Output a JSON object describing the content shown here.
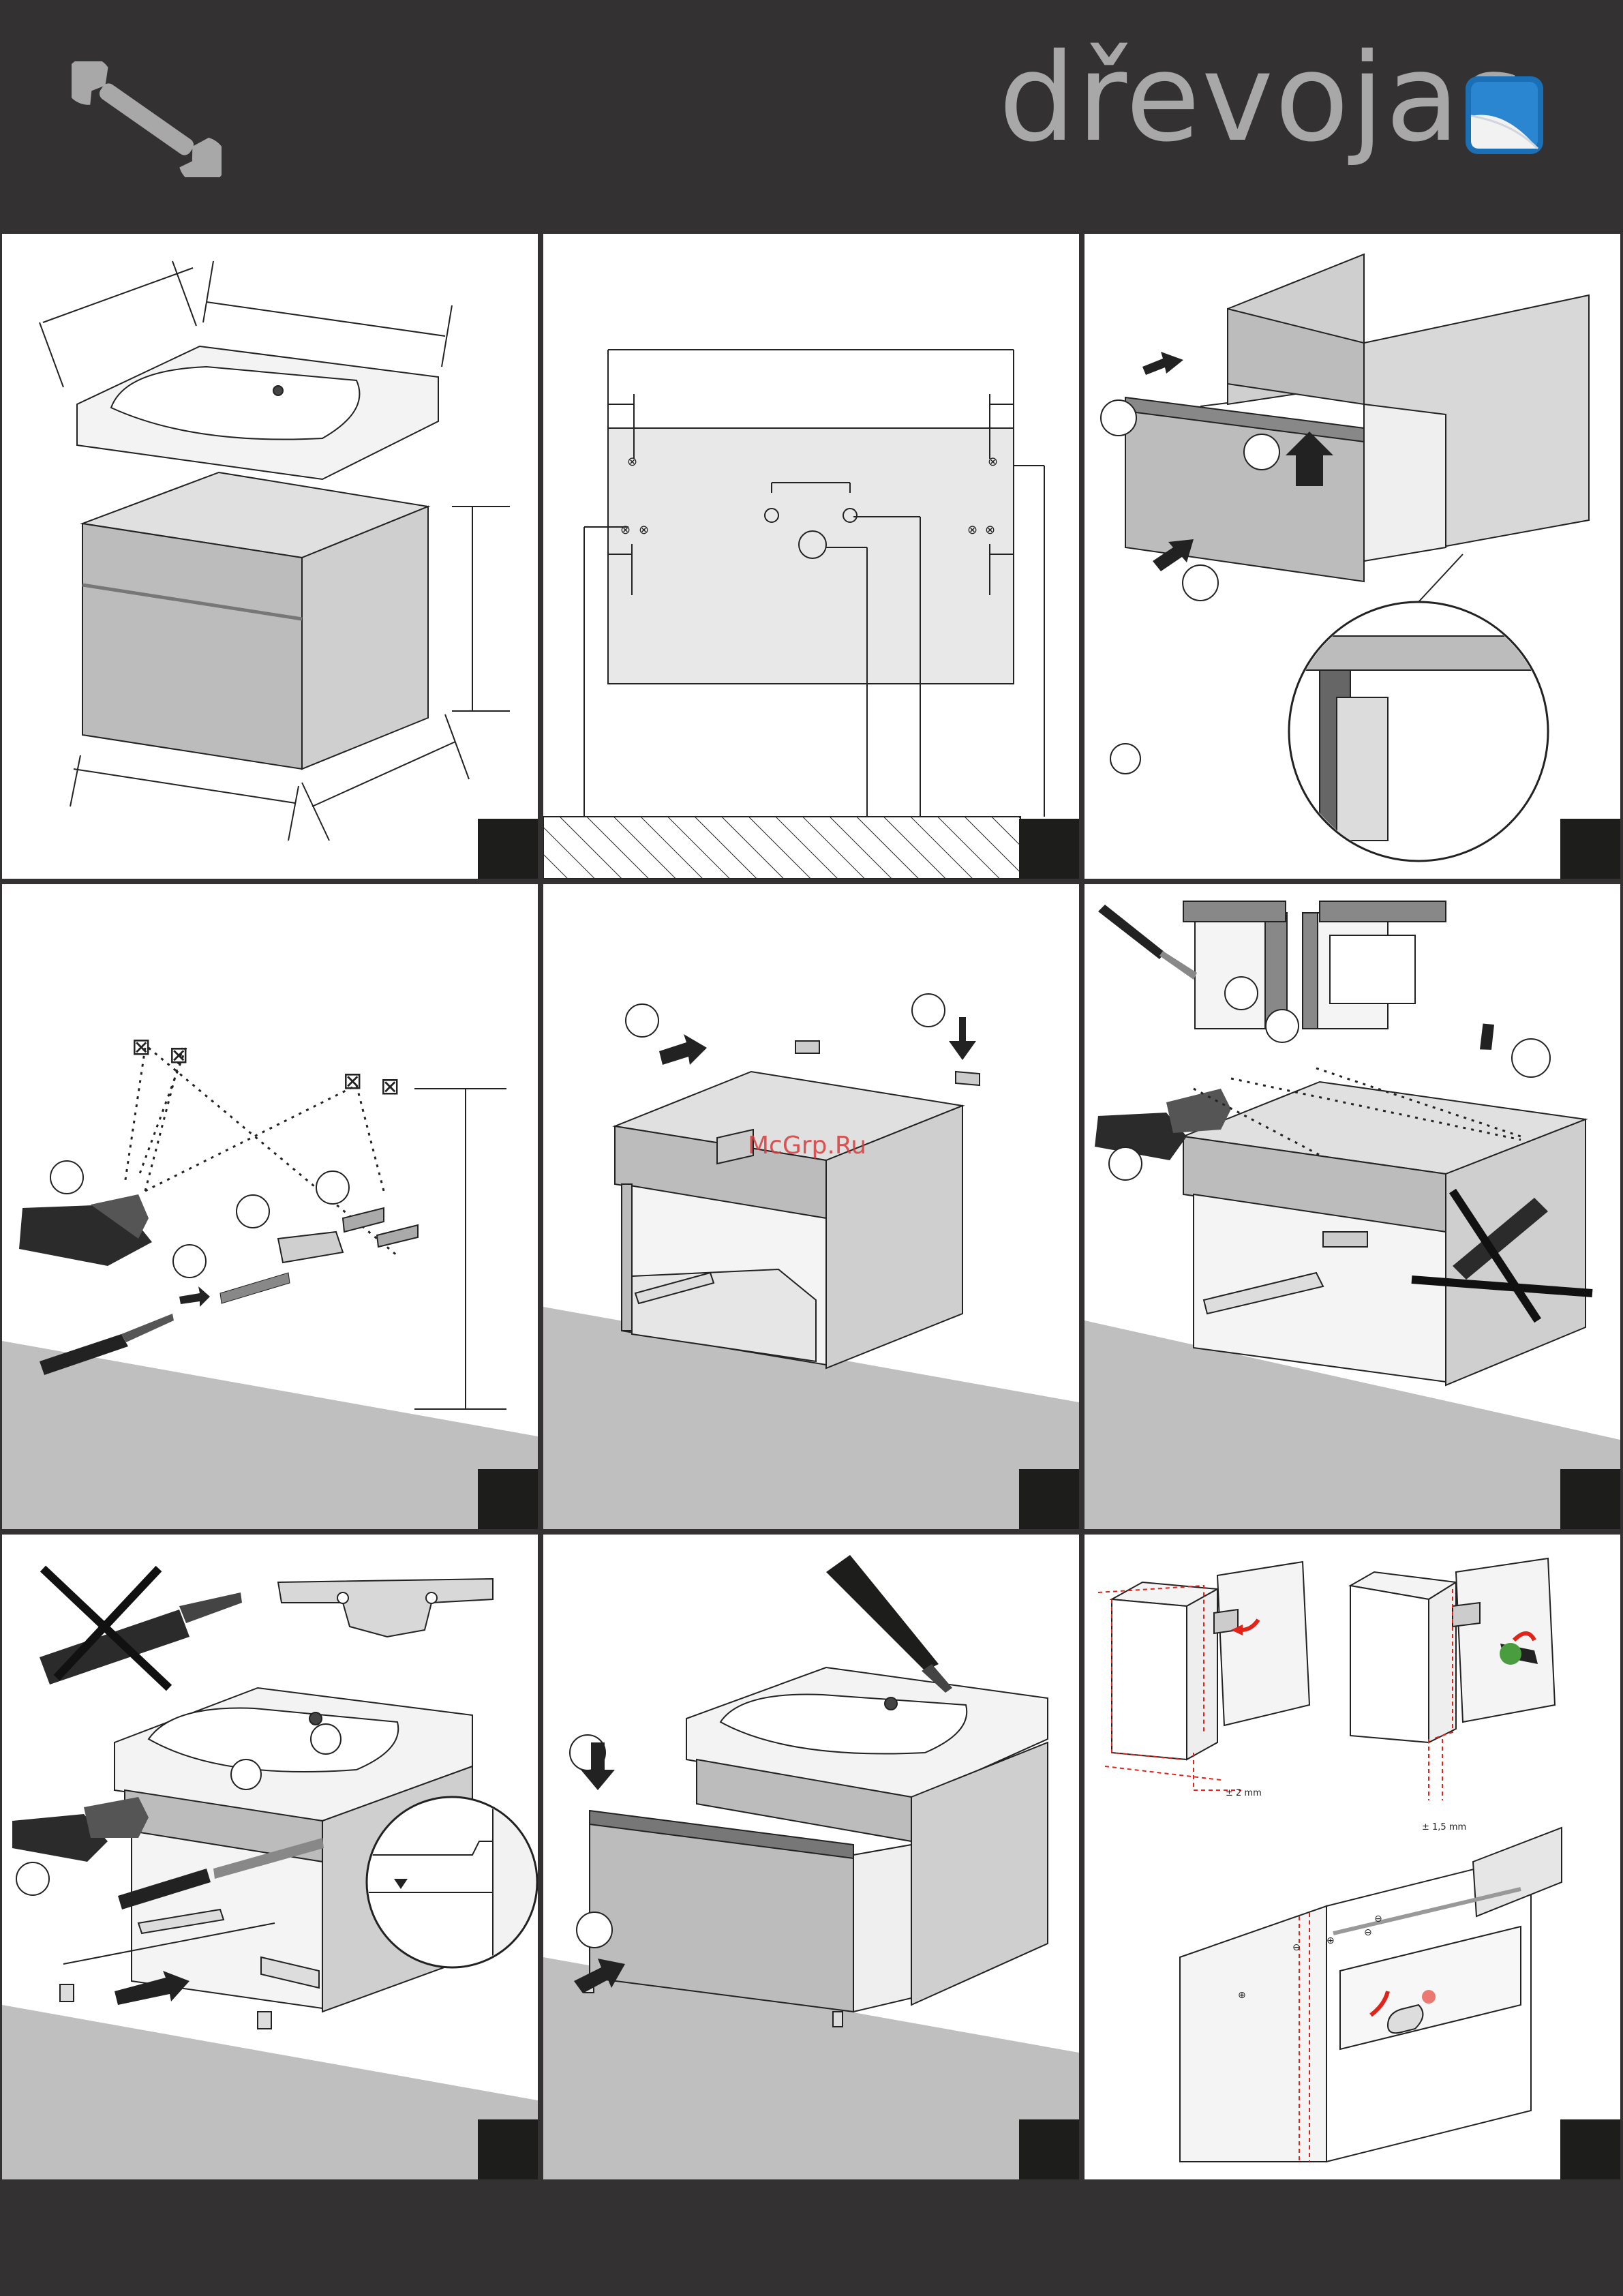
{
  "header": {
    "brand": "dřevojas",
    "wrench_icon": "wrench-icon",
    "logo_icon": "brand-logo-icon",
    "logo_color": "#1a6fb5"
  },
  "watermark": "McGrp.Ru",
  "steps": {
    "drawer_adjust": {
      "lateral_tolerance": "± 2 mm",
      "vertical_tolerance": "± 1,5 mm"
    }
  },
  "colors": {
    "background": "#333132",
    "panel": "#ffffff",
    "cabinet_gray": "#bcbcbc",
    "floor_gray": "#bfbfbf",
    "accent_red": "#e2231a"
  }
}
